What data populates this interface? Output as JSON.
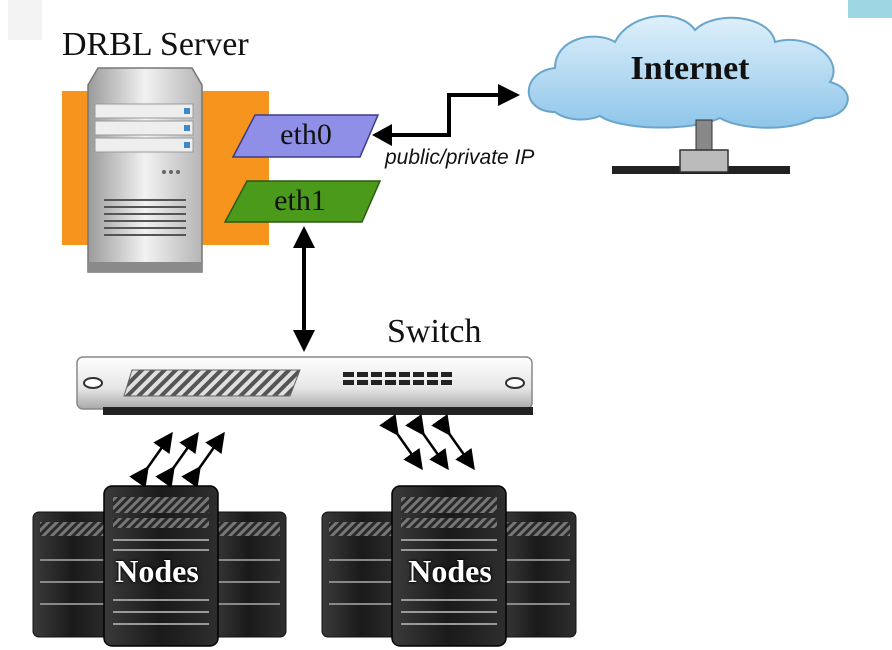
{
  "server": {
    "title": "DRBL Server"
  },
  "interfaces": {
    "eth0": "eth0",
    "eth1": "eth1"
  },
  "internet": {
    "label": "Internet"
  },
  "link": {
    "ip_label": "public/private IP"
  },
  "switch": {
    "title": "Switch"
  },
  "nodes": [
    {
      "label": "Nodes"
    },
    {
      "label": "Nodes"
    }
  ],
  "colors": {
    "server_panel": "#f7941d",
    "eth0_fill": "#8f8fe8",
    "eth1_fill": "#4c9a1c",
    "cloud_fill": "#a8d4f0",
    "node_body": "#1e1e1e"
  }
}
